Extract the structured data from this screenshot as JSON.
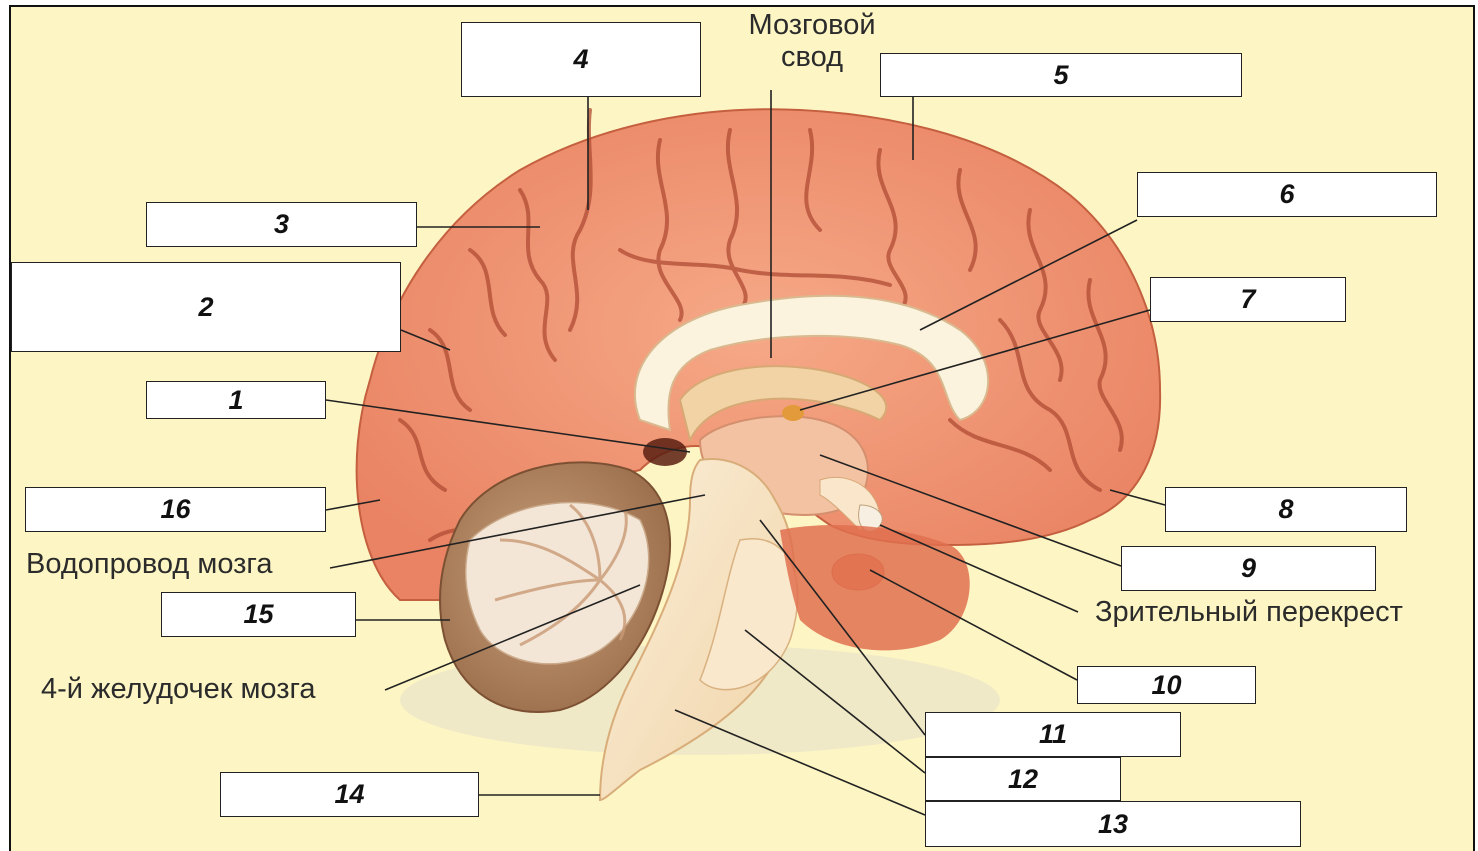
{
  "boxes": [
    "1",
    "2",
    "3",
    "4",
    "5",
    "6",
    "7",
    "8",
    "9",
    "10",
    "11",
    "12",
    "13",
    "14",
    "15",
    "16"
  ],
  "labels": {
    "fornix_line1": "Мозговой",
    "fornix_line2": "свод",
    "aqueduct": "Водопровод мозга",
    "chiasm": "Зрительный перекрест",
    "fourth_ventricle": "4-й желудочек мозга"
  },
  "colors": {
    "background": "#fdf6c4",
    "cortex": "#f0926e",
    "cortex_dark": "#b8503a",
    "cerebellum": "#b08360",
    "brainstem": "#f7e3c0",
    "corpus_callosum": "#fbf3dd"
  }
}
